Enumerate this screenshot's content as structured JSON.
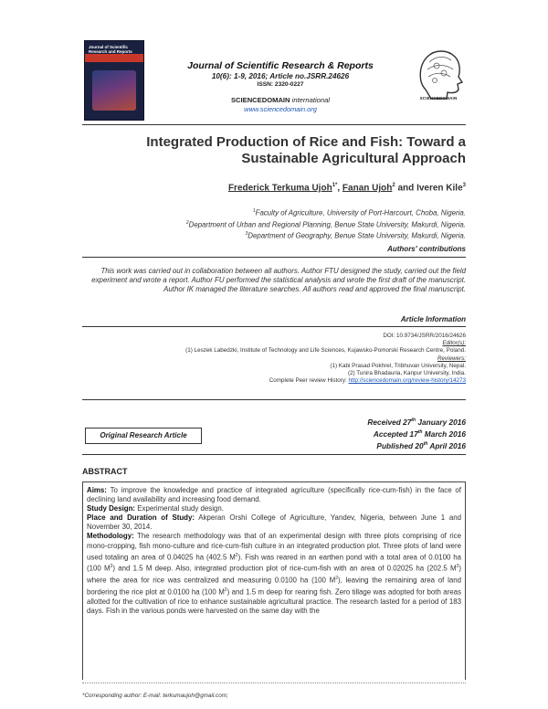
{
  "journal": {
    "name": "Journal of Scientific Research & Reports",
    "volume_line": "10(6): 1-9, 2016; Article no.JSRR.24626",
    "issn": "ISSN: 2320-0227",
    "publisher": "SCIENCEDOMAIN",
    "publisher_suffix": "international",
    "url": "www.sciencedomain.org",
    "logo_text": "SCIENCEDOMAIN",
    "cover_title": "Journal of Scientific Research and Reports"
  },
  "paper": {
    "title_line1": "Integrated Production of Rice and Fish: Toward a",
    "title_line2": "Sustainable Agricultural Approach",
    "authors": [
      {
        "name": "Frederick Terkuma Ujoh",
        "sup": "1*"
      },
      {
        "name": "Fanan Ujoh",
        "sup": "2"
      },
      {
        "name": "Iveren Kile",
        "sup": "3"
      }
    ],
    "author_sep1": ", ",
    "author_sep2": " and ",
    "affiliations": [
      {
        "sup": "1",
        "text": "Faculty of Agriculture, University of Port-Harcourt, Choba, Nigeria."
      },
      {
        "sup": "2",
        "text": "Department of Urban and Regional Planning, Benue State University, Makurdi, Nigeria."
      },
      {
        "sup": "3",
        "text": "Department of Geography, Benue State University, Makurdi, Nigeria."
      }
    ],
    "contributions_heading": "Authors' contributions",
    "contributions_text": "This work was carried out in collaboration between all authors. Author FTU designed the study, carried out the field experiment and wrote a report. Author FU performed the statistical analysis and wrote the first draft of the manuscript. Author IK managed the literature searches. All authors read and approved the final manuscript.",
    "article_info_heading": "Article Information",
    "doi": "DOI: 10.9734/JSRR/2016/24626",
    "editors_label": "Editor(s):",
    "editor1": "(1) Leszek Labedzki, Institute of Technology and Life Sciences, Kujawsko-Pomorski Research Centre, Poland.",
    "reviewers_label": "Reviewers:",
    "reviewer1": "(1) Kabi Prasad Pokhrel, Tribhuvan University, Nepal.",
    "reviewer2": "(2) Tunira Bhadauria, Kanpur University, India.",
    "history_label": "Complete Peer review History: ",
    "history_url": "http://sciencedomain.org/review-history/14273",
    "article_type": "Original Research Article",
    "received_a": "Received 27",
    "received_sup": "th",
    "received_b": " January 2016",
    "accepted_a": "Accepted 17",
    "accepted_sup": "th",
    "accepted_b": " March 2016",
    "published_a": "Published 20",
    "published_sup": "th",
    "published_b": " April 2016"
  },
  "abstract": {
    "heading": "ABSTRACT",
    "aims_label": "Aims:",
    "aims_text": " To improve the knowledge and practice of integrated agriculture (specifically rice-cum-fish) in the face of declining land availability and increasing food demand.",
    "design_label": "Study Design:",
    "design_text": " Experimental study design.",
    "place_label": "Place and Duration of Study:",
    "place_text": " Akperan Orshi College of Agriculture, Yandev, Nigeria, between June 1 and November 30, 2014.",
    "method_label": "Methodology:",
    "method_p1": " The research methodology was that of an experimental design with three plots comprising of rice mono-cropping, fish mono-culture and rice-cum-fish culture in an integrated production plot. Three plots of land were used totaling an area of 0.04025 ha (402.5 M",
    "method_p2": "). Fish was reared in an earthen pond with a total area of 0.0100 ha (100 M",
    "method_p3": ") and 1.5 M deep. Also, integrated production plot of rice-cum-fish with an area of 0.02025 ha (202.5 M",
    "method_p4": ") where the area for rice was centralized and measuring 0.0100 ha (100 M",
    "method_p5": "), leaving the remaining area of land bordering the rice plot at 0.0100 ha (100 M",
    "method_p6": ") and 1.5 m deep for rearing fish. Zero tillage was adopted for both areas allotted for the cultivation of rice to enhance sustainable agricultural practice. The research lasted for a period of 183 days. Fish in the various ponds were harvested on the same day with the",
    "sq": "2"
  },
  "footnote": "*Corresponding author: E-mail: terkumaujoh@gmail.com;"
}
